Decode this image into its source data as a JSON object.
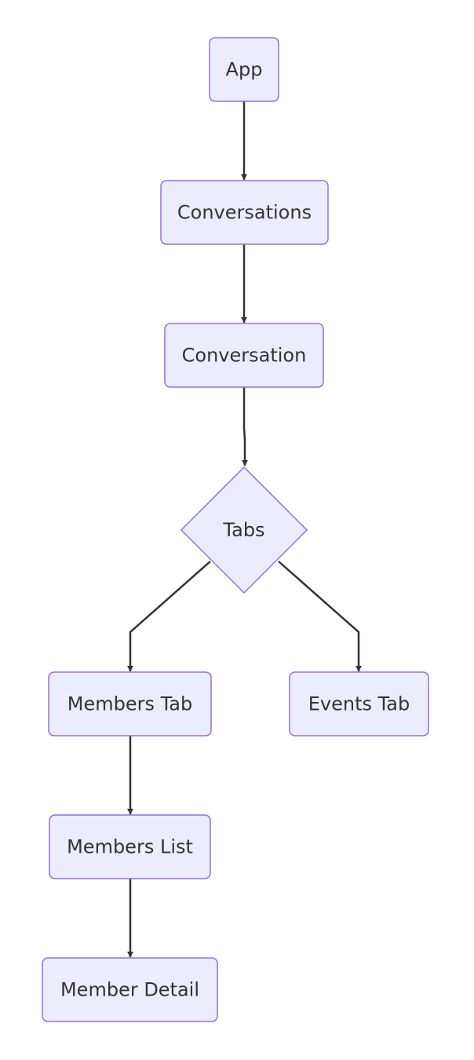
{
  "diagram": {
    "type": "flowchart",
    "colors": {
      "node_fill": "#ECECFF",
      "node_stroke": "#9370DB",
      "edge": "#333333",
      "text": "#333333"
    },
    "nodes": [
      {
        "id": "app",
        "label": "App",
        "shape": "rect"
      },
      {
        "id": "conversations",
        "label": "Conversations",
        "shape": "rect"
      },
      {
        "id": "conversation",
        "label": "Conversation",
        "shape": "rect"
      },
      {
        "id": "tabs",
        "label": "Tabs",
        "shape": "diamond"
      },
      {
        "id": "members_tab",
        "label": "Members Tab",
        "shape": "rect"
      },
      {
        "id": "events_tab",
        "label": "Events Tab",
        "shape": "rect"
      },
      {
        "id": "members_list",
        "label": "Members List",
        "shape": "rect"
      },
      {
        "id": "member_detail",
        "label": "Member Detail",
        "shape": "rect"
      }
    ],
    "edges": [
      {
        "from": "app",
        "to": "conversations"
      },
      {
        "from": "conversations",
        "to": "conversation"
      },
      {
        "from": "conversation",
        "to": "tabs"
      },
      {
        "from": "tabs",
        "to": "members_tab"
      },
      {
        "from": "tabs",
        "to": "events_tab"
      },
      {
        "from": "members_tab",
        "to": "members_list"
      },
      {
        "from": "members_list",
        "to": "member_detail"
      }
    ]
  }
}
